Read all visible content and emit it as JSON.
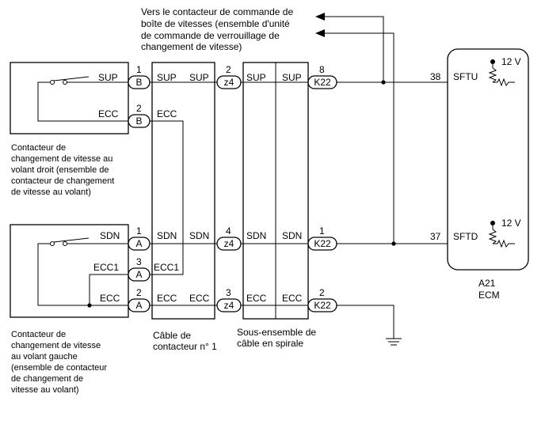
{
  "note_top": [
    "Vers le contacteur de commande de",
    "boîte de vitesses (ensemble d'unité",
    "de commande de verrouillage de",
    "changement de vitesse)"
  ],
  "right_switch": {
    "caption": [
      "Contacteur de",
      "changement de vitesse au",
      "volant droit (ensemble de",
      "contacteur de changement",
      "de vitesse au volant)"
    ],
    "sup_label": "SUP",
    "ecc_label": "ECC"
  },
  "left_switch": {
    "caption": [
      "Contacteur de",
      "changement de vitesse",
      "au volant gauche",
      "(ensemble de contacteur",
      "de changement de",
      "vitesse au volant)"
    ],
    "sdn_label": "SDN",
    "ecc1_label": "ECC1",
    "ecc_label": "ECC"
  },
  "cable_1": {
    "caption": [
      "Câble de",
      "contacteur n° 1"
    ],
    "left_labels": [
      "SUP",
      "ECC",
      "SDN",
      "ECC1",
      "ECC"
    ],
    "right_labels": [
      "SUP",
      "SDN",
      "ECC"
    ]
  },
  "spiral": {
    "caption": [
      "Sous-ensemble de",
      "câble en spirale"
    ],
    "left_labels": [
      "SUP",
      "SDN",
      "ECC"
    ],
    "right_labels": [
      "SUP",
      "SDN",
      "ECC"
    ]
  },
  "connectors": [
    {
      "name": "B",
      "pin": "1"
    },
    {
      "name": "B",
      "pin": "2"
    },
    {
      "name": "A",
      "pin": "1"
    },
    {
      "name": "A",
      "pin": "3"
    },
    {
      "name": "A",
      "pin": "2"
    },
    {
      "name": "z4",
      "pin": "2"
    },
    {
      "name": "z4",
      "pin": "4"
    },
    {
      "name": "z4",
      "pin": "3"
    },
    {
      "name": "K22",
      "pin": "8"
    },
    {
      "name": "K22",
      "pin": "1"
    },
    {
      "name": "K22",
      "pin": "2"
    }
  ],
  "ecm": {
    "code": "A21",
    "name": "ECM",
    "voltage_top": "12 V",
    "voltage_bottom": "12 V",
    "pin_sftu": "38",
    "label_sftu": "SFTU",
    "pin_sftd": "37",
    "label_sftd": "SFTD"
  }
}
